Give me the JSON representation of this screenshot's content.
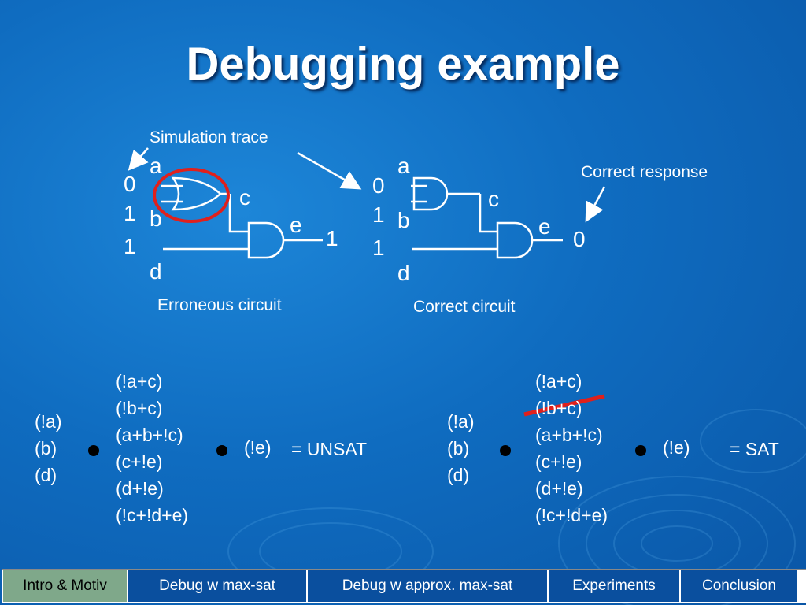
{
  "slide": {
    "title": "Debugging example",
    "annotations": {
      "simulation_trace": "Simulation trace",
      "correct_response": "Correct response",
      "erroneous_circuit": "Erroneous circuit",
      "correct_circuit": "Correct circuit"
    },
    "erroneous": {
      "labels": {
        "a": "a",
        "b": "b",
        "c": "c",
        "d": "d",
        "e": "e"
      },
      "inputs": [
        "0",
        "1",
        "1"
      ],
      "output": "1"
    },
    "correct": {
      "labels": {
        "a": "a",
        "b": "b",
        "c": "c",
        "d": "d",
        "e": "e"
      },
      "inputs": [
        "0",
        "1",
        "1"
      ],
      "output": "0"
    },
    "formula_left": {
      "inputs": [
        "(!a)",
        "(b)",
        "(d)"
      ],
      "clauses": [
        "(!a+c)",
        "(!b+c)",
        "(a+b+!c)",
        "(c+!e)",
        "(d+!e)",
        "(!c+!d+e)"
      ],
      "output": "(!e)",
      "result": "= UNSAT"
    },
    "formula_right": {
      "inputs": [
        "(!a)",
        "(b)",
        "(d)"
      ],
      "clauses": [
        "(!a+c)",
        "(!b+c)",
        "(a+b+!c)",
        "(c+!e)",
        "(d+!e)",
        "(!c+!d+e)"
      ],
      "output": "(!e)",
      "result": "= SAT"
    }
  },
  "nav": [
    {
      "label": "Intro & Motiv",
      "active": true
    },
    {
      "label": "Debug w max-sat",
      "active": false
    },
    {
      "label": "Debug w approx. max-sat",
      "active": false
    },
    {
      "label": "Experiments",
      "active": false
    },
    {
      "label": "Conclusion",
      "active": false
    }
  ],
  "colors": {
    "highlight_red": "#e0201c",
    "nav_bg": "#0a4f9e",
    "nav_active": "#7fa88a"
  }
}
